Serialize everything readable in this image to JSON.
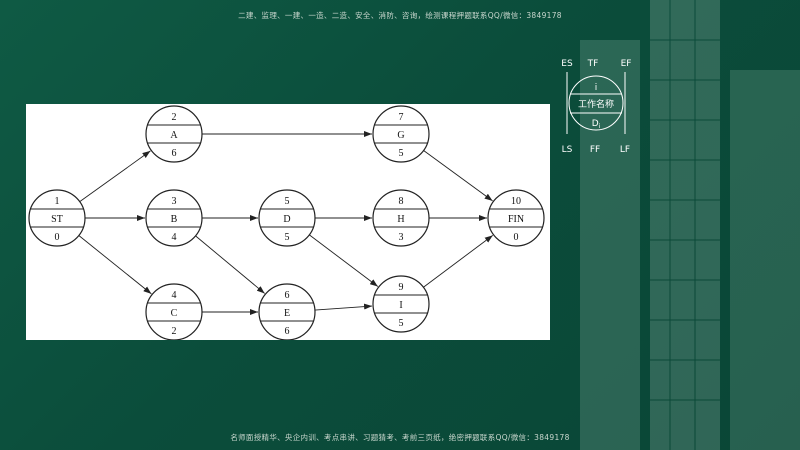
{
  "banners": {
    "top": "二建、监理、一建、一造、二造、安全、消防、咨询，绘测课程押题联系QQ/微信：3849178",
    "bottom": "名师面授精华、央企内训、考点串讲、习题猜考、考前三页纸，绝密押题联系QQ/微信：3849178"
  },
  "legend": {
    "es": "ES",
    "tf": "TF",
    "ef": "EF",
    "ls": "LS",
    "ff": "FF",
    "lf": "LF",
    "node_id": "i",
    "work_name": "工作名称",
    "duration": "D"
  },
  "network": {
    "nodes": [
      {
        "key": "st",
        "id": "1",
        "name": "ST",
        "duration": "0"
      },
      {
        "key": "a",
        "id": "2",
        "name": "A",
        "duration": "6"
      },
      {
        "key": "b",
        "id": "3",
        "name": "B",
        "duration": "4"
      },
      {
        "key": "c",
        "id": "4",
        "name": "C",
        "duration": "2"
      },
      {
        "key": "d",
        "id": "5",
        "name": "D",
        "duration": "5"
      },
      {
        "key": "e",
        "id": "6",
        "name": "E",
        "duration": "6"
      },
      {
        "key": "g",
        "id": "7",
        "name": "G",
        "duration": "5"
      },
      {
        "key": "h",
        "id": "8",
        "name": "H",
        "duration": "3"
      },
      {
        "key": "i",
        "id": "9",
        "name": "I",
        "duration": "5"
      },
      {
        "key": "fin",
        "id": "10",
        "name": "FIN",
        "duration": "0"
      }
    ],
    "edges": [
      [
        "st",
        "a"
      ],
      [
        "st",
        "b"
      ],
      [
        "st",
        "c"
      ],
      [
        "a",
        "g"
      ],
      [
        "b",
        "d"
      ],
      [
        "b",
        "e"
      ],
      [
        "c",
        "e"
      ],
      [
        "d",
        "h"
      ],
      [
        "d",
        "i"
      ],
      [
        "e",
        "i"
      ],
      [
        "g",
        "fin"
      ],
      [
        "h",
        "fin"
      ],
      [
        "i",
        "fin"
      ]
    ]
  }
}
